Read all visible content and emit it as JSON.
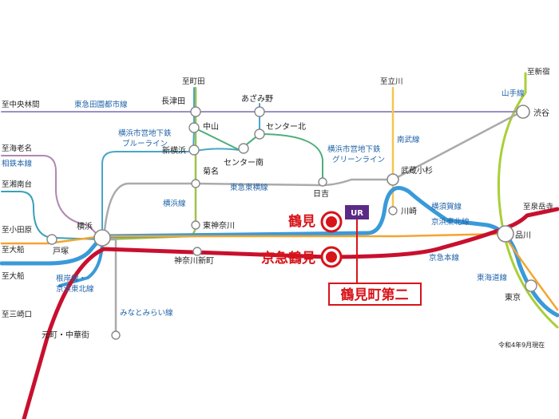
{
  "stations": {
    "yokohama": "横浜",
    "totsuka": "戸塚",
    "shin_yokohama": "新横浜",
    "kikuna": "菊名",
    "higashikanagawa": "東神奈川",
    "kanagawa_shinmachi": "神奈川新町",
    "nagatsuta": "長津田",
    "nakayama": "中山",
    "center_minami": "センター南",
    "center_kita": "センター北",
    "azamino": "あざみ野",
    "hiyoshi": "日吉",
    "musashi_kosugi": "武蔵小杉",
    "kawasaki": "川崎",
    "shinagawa": "品川",
    "shibuya": "渋谷",
    "tokyo": "東京",
    "motomachi": "元町・中華街"
  },
  "destinations": {
    "machida": "至町田",
    "tachikawa": "至立川",
    "shinjuku": "至新宿",
    "chuo_rinkan": "至中央林間",
    "ebina": "至海老名",
    "shonandai": "至湘南台",
    "odawara": "至小田原",
    "ofuna1": "至大船",
    "ofuna2": "至大船",
    "misakiguchi": "至三崎口",
    "sengakuji": "至泉岳寺"
  },
  "lines": {
    "denentoshi": "東急田園都市線",
    "yamanote": "山手線",
    "blue_1": "横浜市営地下鉄",
    "blue_2": "ブルーライン",
    "green_1": "横浜市営地下鉄",
    "green_2": "グリーンライン",
    "nambu": "南武線",
    "sotetsu": "相鉄本線",
    "toyoko": "東急東横線",
    "yokohama_line": "横浜線",
    "yokosuka": "横須賀線",
    "keihin_tohoku_r": "京浜東北線",
    "negishi_1": "根岸線・",
    "negishi_2": "京浜東北線",
    "minatomirai": "みなとみらい線",
    "keikyu": "京急本線",
    "tokaido": "東海道線"
  },
  "highlights": {
    "tsurumi": "鶴見",
    "keikyu_tsurumi": "京急鶴見",
    "property": "鶴見町第二",
    "logo_text": "UR"
  },
  "note": "令和4年9月現在",
  "colors": {
    "red": "#d7141a",
    "jr_blue": "#3a9ad9",
    "tokaido_orange": "#f3a530",
    "yamanote_green": "#a9cf38",
    "keikyu": "#c8102e",
    "yokohama_line_green": "#9dc24a",
    "nambu_yellow": "#f5c64d",
    "denentoshi": "#9a8fc4",
    "toyoko": "#aaaaaa",
    "blue_line": "#4aa6c9",
    "green_line": "#4daf7a",
    "sotetsu": "#b088b0",
    "shonandai": "#3aa0b8",
    "ur_logo": "#5b2a86"
  }
}
